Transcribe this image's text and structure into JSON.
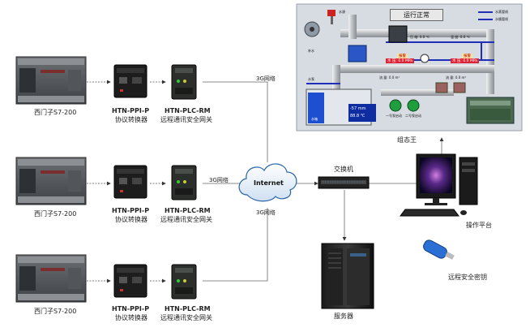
{
  "plc_units": [
    {
      "plc_label": "西门子S7-200",
      "converter_model": "HTN-PPI-P",
      "converter_desc": "协议转换器",
      "gateway_model": "HTN-PLC-RM",
      "gateway_desc": "远程通讯安全网关"
    },
    {
      "plc_label": "西门子S7-200",
      "converter_model": "HTN-PPI-P",
      "converter_desc": "协议转换器",
      "gateway_model": "HTN-PLC-RM",
      "gateway_desc": "远程通讯安全网关"
    },
    {
      "plc_label": "西门子S7-200",
      "converter_model": "HTN-PPI-P",
      "converter_desc": "协议转换器",
      "gateway_model": "HTN-PLC-RM",
      "gateway_desc": "远程通讯安全网关"
    }
  ],
  "network_labels": {
    "top": "3G网络",
    "middle": "3G网络",
    "bottom": "3G网络"
  },
  "cloud_label": "Internet",
  "switch_label": "交换机",
  "server_label": "服务器",
  "platform_label": "操作平台",
  "key_label": "远程安全密钥",
  "scada": {
    "caption": "组态王",
    "status": "运行正常",
    "legend": [
      "水蒸管线",
      "水循管线"
    ],
    "pressure_1": "压  缩: 0.0 ℃",
    "temp_1": "温  度: 0.0 ℃",
    "press_a": "水  压: 0.0 MPa",
    "press_b": "水  压: 0.0 MPa",
    "alarm_a": "报警",
    "alarm_b": "报警",
    "flow_1": "流  量: 0.0 m³",
    "flow_2": "流  量: 0.0 m³",
    "tank_level": "-57 mm",
    "tank_temp": "88.8 ℃",
    "pump_1": "一号泵启动",
    "pump_2": "二号泵启动",
    "label_top_left": "水源",
    "label_left_1": "补水",
    "label_left_2": "水泵",
    "label_left_3": "水箱"
  }
}
